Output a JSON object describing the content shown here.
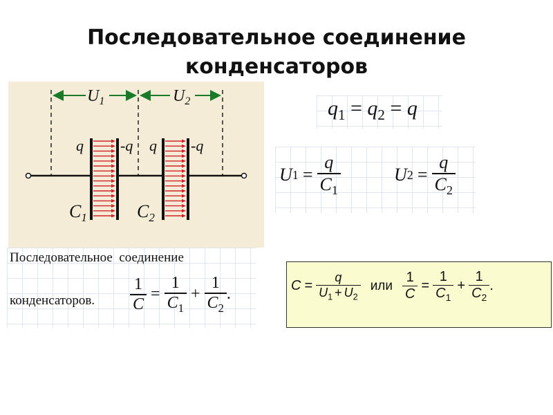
{
  "slide": {
    "title_line1": "Последовательное соединение",
    "title_line2": "конденсаторов"
  },
  "diagram": {
    "u1_label": "U",
    "u1_sub": "1",
    "u2_label": "U",
    "u2_sub": "2",
    "plus_q": "q",
    "minus_q": "-q",
    "c1_label": "C",
    "c1_sub": "1",
    "c2_label": "C",
    "c2_sub": "2",
    "background": "#f5ecd7",
    "field_color": "#d0202a"
  },
  "formulas": {
    "charge": {
      "q": "q",
      "eq": "=",
      "sub1": "1",
      "sub2": "2"
    },
    "u1": {
      "lhs": "U",
      "sub": "1",
      "num": "q",
      "den": "C"
    },
    "u2": {
      "lhs": "U",
      "sub": "2",
      "num": "q",
      "den": "C"
    }
  },
  "caption": {
    "line1": "Последовательное  соединение",
    "line2": "конденсаторов.",
    "one": "1",
    "c": "C",
    "sub1": "1",
    "sub2": "2",
    "eq": "=",
    "plus": "+",
    "dot": "."
  },
  "summary": {
    "c": "C",
    "q": "q",
    "u": "U",
    "sub1": "1",
    "sub2": "2",
    "plus": "+",
    "eq": "=",
    "or_word": "или",
    "one": "1",
    "dot": ".",
    "background": "#fbfbd0"
  }
}
